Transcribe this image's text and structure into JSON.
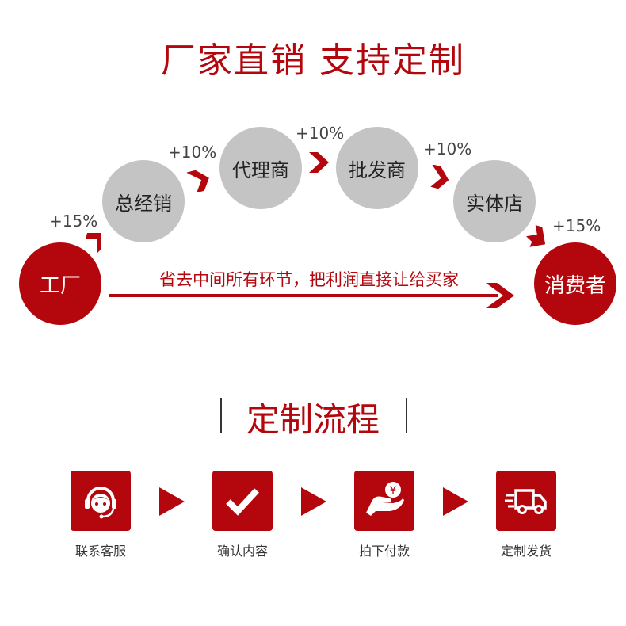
{
  "title": "厂家直销 支持定制",
  "flow": {
    "factory": "工厂",
    "consumer": "消费者",
    "nodes": [
      {
        "label": "总经销"
      },
      {
        "label": "代理商"
      },
      {
        "label": "批发商"
      },
      {
        "label": "实体店"
      }
    ],
    "markups": [
      "+15%",
      "+10%",
      "+10%",
      "+10%",
      "+15%"
    ],
    "slogan": "省去中间所有环节，把利润直接让给买家"
  },
  "process": {
    "title": "定制流程",
    "steps": [
      {
        "label": "联系客服",
        "icon": "customer-service-icon"
      },
      {
        "label": "确认内容",
        "icon": "checkmark-icon"
      },
      {
        "label": "拍下付款",
        "icon": "payment-hand-icon"
      },
      {
        "label": "定制发货",
        "icon": "delivery-truck-icon"
      }
    ]
  },
  "colors": {
    "accent": "#b3070d",
    "node_gray": "#c4c4c4"
  }
}
